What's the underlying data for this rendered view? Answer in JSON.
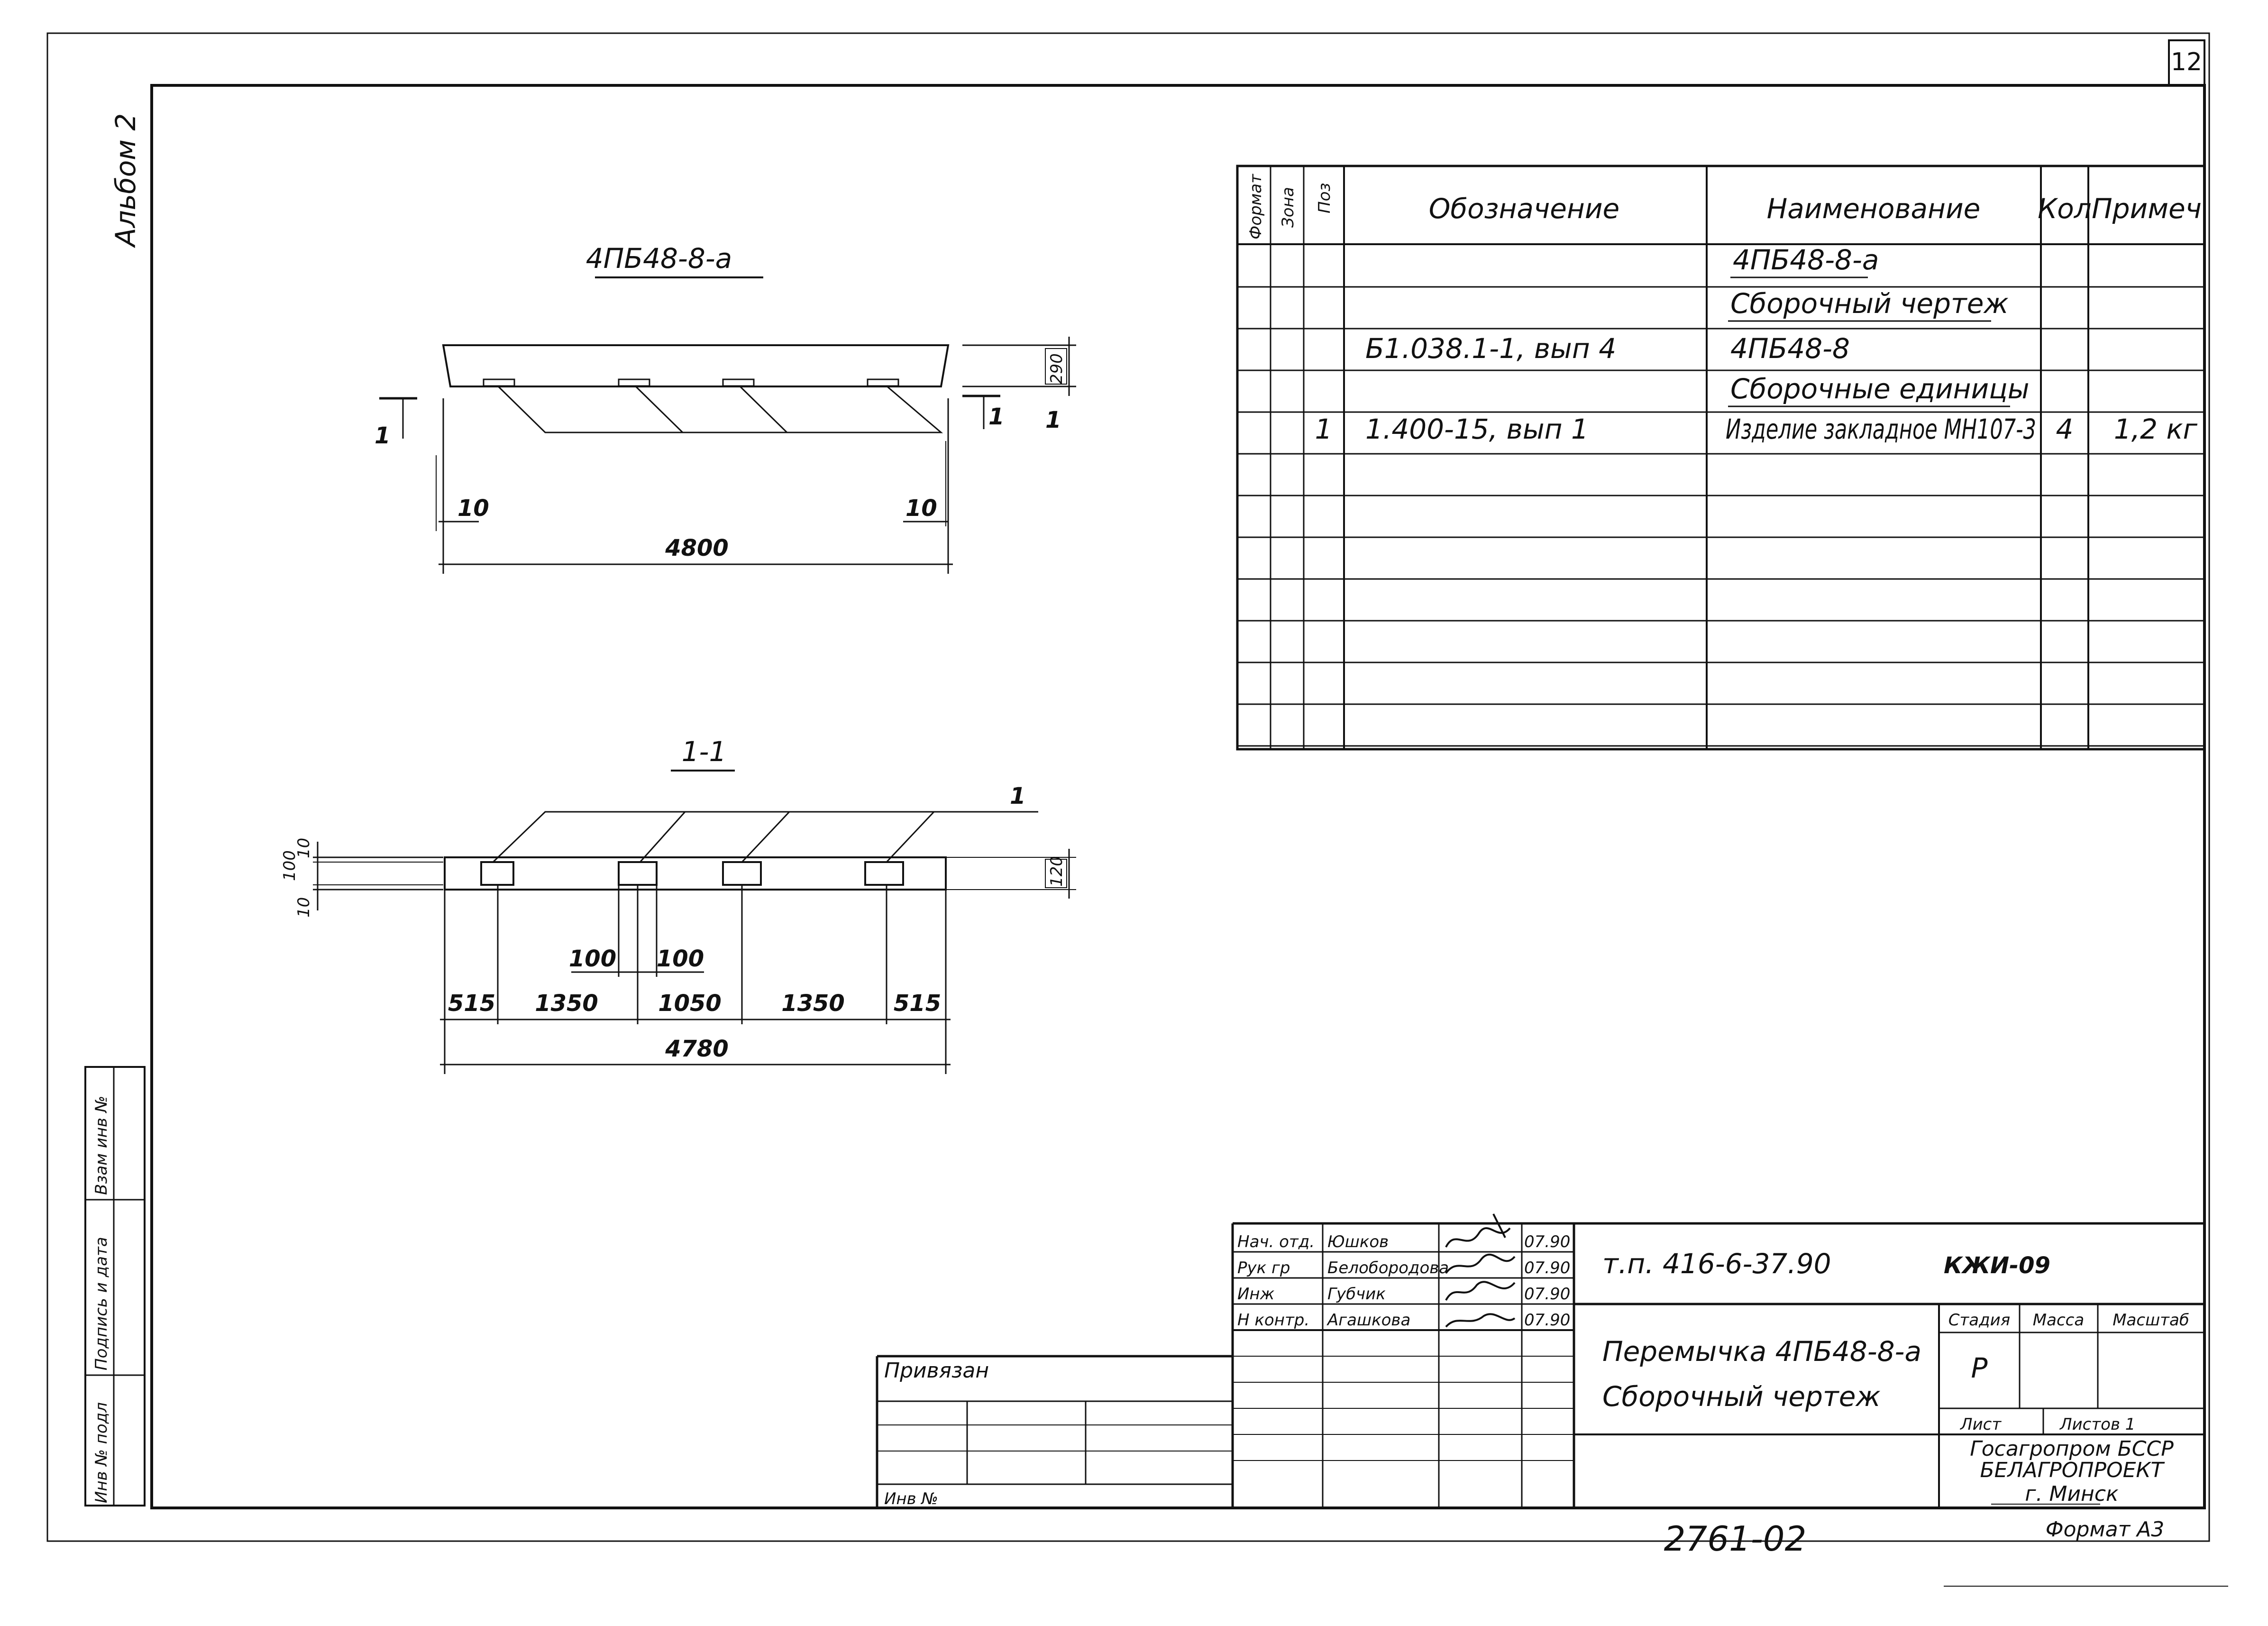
{
  "sheet": {
    "page_number": "12",
    "album": "Альбом 2",
    "archive_number": "2761-02",
    "format": "Формат А3"
  },
  "binding_strip": {
    "inv_orig": "Инв № подл",
    "sign_date": "Подпись и дата",
    "swap_inv": "Взам инв №"
  },
  "elevation": {
    "title": "4ПБ48-8-а",
    "section_mark": "1",
    "section_mark_right": "1",
    "dims": {
      "height": "290",
      "end_offset_left": "10",
      "end_offset_right": "10",
      "length": "4800"
    }
  },
  "section": {
    "title": "1-1",
    "leader_label": "1",
    "dims": {
      "left_top": "10",
      "left_mid": "100",
      "left_bottom": "10",
      "height": "120",
      "plate_left": "100",
      "plate_right": "100",
      "spacing": [
        "515",
        "1350",
        "1050",
        "1350",
        "515"
      ],
      "length": "4780"
    }
  },
  "spec_table": {
    "headers": {
      "format": "Формат",
      "zone": "Зона",
      "pos": "Поз",
      "designation": "Обозначение",
      "name": "Наименование",
      "qty": "Кол",
      "note": "Примеч"
    },
    "rows": [
      {
        "pos": "",
        "designation": "",
        "name": "4ПБ48-8-а",
        "qty": "",
        "note": ""
      },
      {
        "pos": "",
        "designation": "",
        "name": "Сборочный чертеж",
        "qty": "",
        "note": ""
      },
      {
        "pos": "",
        "designation": "Б1.038.1-1, вып 4",
        "name": "4ПБ48-8",
        "qty": "",
        "note": ""
      },
      {
        "pos": "",
        "designation": "",
        "name": "Сборочные единицы",
        "qty": "",
        "note": ""
      },
      {
        "pos": "1",
        "designation": "1.400-15, вып 1",
        "name": "Изделие закладное МН107-3",
        "qty": "4",
        "note": "1,2 кг"
      }
    ]
  },
  "title_block": {
    "signatures": [
      {
        "role": "Нач. отд.",
        "name": "Юшков",
        "date": "07.90"
      },
      {
        "role": "Рук гр",
        "name": "Белобородова",
        "date": "07.90"
      },
      {
        "role": "Инж",
        "name": "Губчик",
        "date": "07.90"
      },
      {
        "role": "Н контр.",
        "name": "Агашкова",
        "date": "07.90"
      }
    ],
    "doc_code": "т.п. 416-6-37.90",
    "sheet_code": "КЖИ-09",
    "product_title": "Перемычка 4ПБ48-8-а",
    "product_subtitle": "Сборочный чертеж",
    "stage_label": "Стадия",
    "mass_label": "Масса",
    "scale_label": "Масштаб",
    "stage_value": "Р",
    "sheet_label": "Лист",
    "sheets_label": "Листов 1",
    "org": [
      "Госагропром БССР",
      "БЕЛАГРОПРОЕКТ",
      "г. Минск"
    ],
    "bound_label": "Привязан",
    "inv_label": "Инв №"
  }
}
